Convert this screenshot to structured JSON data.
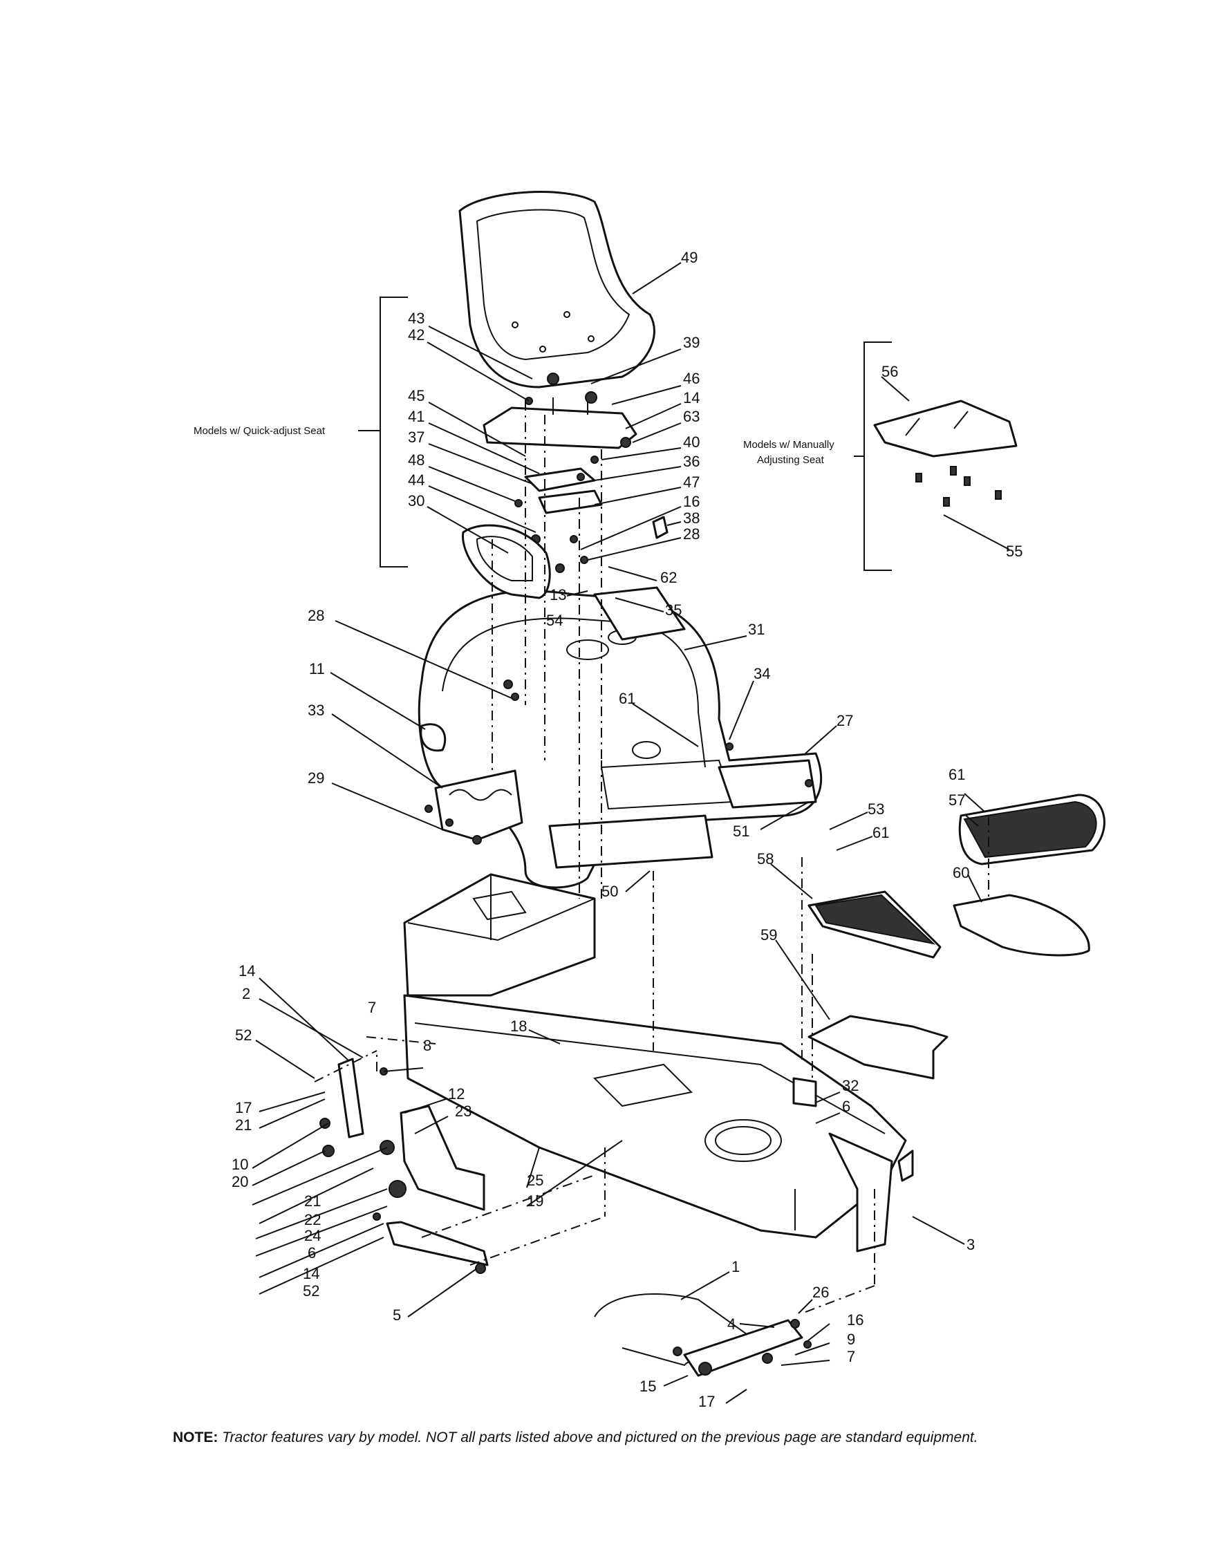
{
  "groups": {
    "quick_adjust": "Models w/ Quick-adjust Seat",
    "manual_adjust_1": "Models w/ Manually",
    "manual_adjust_2": "Adjusting Seat"
  },
  "note": {
    "label": "NOTE:",
    "text": "Tractor features vary by model. NOT all parts listed above and pictured on the previous page are standard equipment."
  },
  "callouts": {
    "c49": "49",
    "c43": "43",
    "c42": "42",
    "c39": "39",
    "c46": "46",
    "c14a": "14",
    "c63": "63",
    "c45": "45",
    "c41": "41",
    "c37": "37",
    "c40": "40",
    "c36": "36",
    "c48": "48",
    "c44": "44",
    "c47": "47",
    "c30": "30",
    "c16a": "16",
    "c38": "38",
    "c28a": "28",
    "c62": "62",
    "c13": "13",
    "c54": "54",
    "c35": "35",
    "c28b": "28",
    "c31": "31",
    "c11": "11",
    "c34": "34",
    "c33": "33",
    "c61a": "61",
    "c29": "29",
    "c27": "27",
    "c51": "51",
    "c53": "53",
    "c61b": "61",
    "c50": "50",
    "c56": "56",
    "c55": "55",
    "c61c": "61",
    "c57": "57",
    "c58": "58",
    "c60": "60",
    "c59": "59",
    "c14b": "14",
    "c2": "2",
    "c7": "7",
    "c52a": "52",
    "c8": "8",
    "c17a": "17",
    "c21a": "21",
    "c18": "18",
    "c12": "12",
    "c23": "23",
    "c10": "10",
    "c20": "20",
    "c21b": "21",
    "c22": "22",
    "c25": "25",
    "c19": "19",
    "c24": "24",
    "c6a": "6",
    "c14c": "14",
    "c52b": "52",
    "c5": "5",
    "c32": "32",
    "c6b": "6",
    "c3": "3",
    "c1": "1",
    "c26": "26",
    "c16b": "16",
    "c4": "4",
    "c9": "9",
    "c7b": "7",
    "c15": "15",
    "c17b": "17"
  }
}
